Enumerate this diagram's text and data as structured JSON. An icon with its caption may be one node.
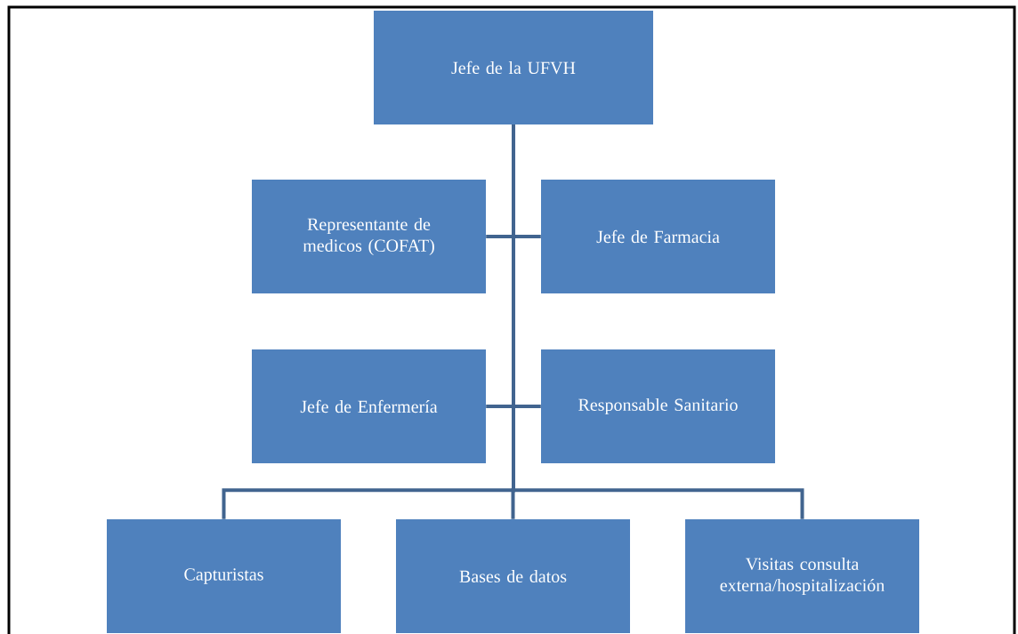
{
  "diagram": {
    "nodes": [
      {
        "text": [
          "Jefe de la UFVH"
        ]
      },
      {
        "text": [
          "Representante de medicos (COFAT)"
        ]
      },
      {
        "text": [
          "Jefe de Farmacia"
        ]
      },
      {
        "text": [
          "Jefe de Enfermería"
        ]
      },
      {
        "text": [
          "Responsable Sanitario"
        ]
      },
      {
        "text": [
          "Capturistas"
        ]
      },
      {
        "text": [
          "Bases de datos"
        ]
      },
      {
        "text": [
          "Visitas consulta externa/hospitalización"
        ]
      }
    ],
    "edges": [
      {
        "from": 0,
        "to": 1,
        "arrow": "none"
      },
      {
        "from": 0,
        "to": 2,
        "arrow": "none"
      },
      {
        "from": 0,
        "to": 3,
        "arrow": "none"
      },
      {
        "from": 0,
        "to": 4,
        "arrow": "none"
      },
      {
        "from": 0,
        "to": 5,
        "arrow": "none"
      },
      {
        "from": 0,
        "to": 6,
        "arrow": "none"
      },
      {
        "from": 0,
        "to": 7,
        "arrow": "none"
      }
    ]
  }
}
